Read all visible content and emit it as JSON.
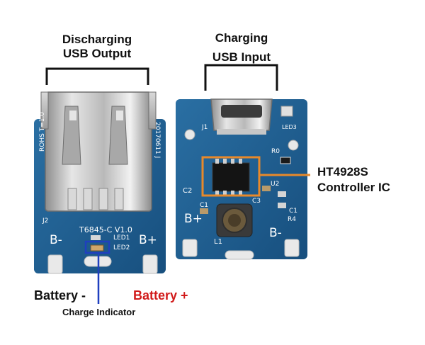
{
  "annotations": {
    "discharging_line1": "Discharging",
    "discharging_line2": "USB Output",
    "charging_line1": "Charging",
    "charging_line2": "USB Input",
    "controller_line1": "HT4928S",
    "controller_line2": "Controller IC",
    "battery_minus": "Battery -",
    "battery_plus": "Battery +",
    "charge_indicator": "Charge Indicator"
  },
  "left_board": {
    "model": "T6845-C V1.0",
    "date": "20170611 J",
    "rohs": "ROHS T=1.0",
    "connector_ref": "J2",
    "led1": "LED1",
    "led2": "LED2",
    "b_minus": "B-",
    "b_plus": "B+"
  },
  "right_board": {
    "connector_ref": "J1",
    "led3": "LED3",
    "r0": "R0",
    "c2": "C2",
    "u2": "U2",
    "c3": "C3",
    "c1_left": "C1",
    "c1_right": "C1",
    "r4": "R4",
    "l1": "L1",
    "b_plus": "B+",
    "b_minus": "B-"
  },
  "colors": {
    "pcb": "#1f5d8f",
    "charging_ic_highlight": "#e8892a",
    "charge_indicator_highlight": "#1f3fbf",
    "battery_plus_text": "#d11a1a"
  }
}
